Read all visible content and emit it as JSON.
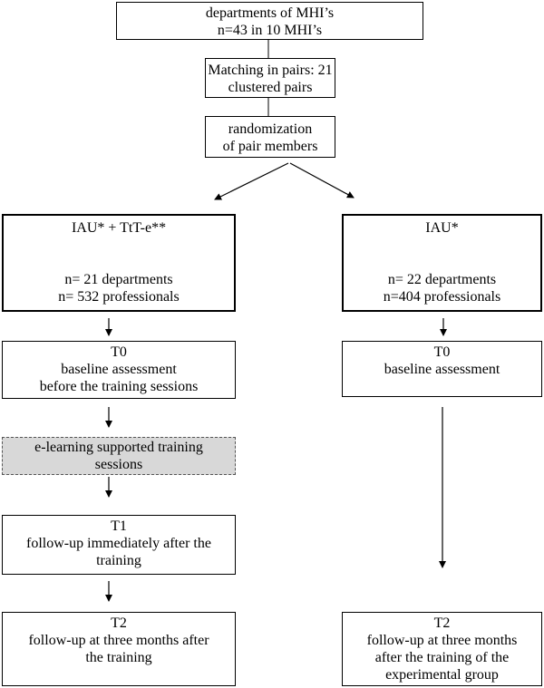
{
  "boxes": {
    "departments": {
      "line1": "departments of MHI’s",
      "line2": "n=43 in 10 MHI’s"
    },
    "matching": {
      "line1": "Matching in pairs: 21",
      "line2": "clustered pairs"
    },
    "randomization": {
      "line1": "randomization",
      "line2": "of pair members"
    },
    "left_group": {
      "title": "IAU* + TtT-e**",
      "line1": "n= 21 departments",
      "line2": "n= 532 professionals"
    },
    "right_group": {
      "title": "IAU*",
      "line1": "n= 22 departments",
      "line2": "n=404 professionals"
    },
    "left_t0": {
      "line1": "T0",
      "line2": "baseline assessment",
      "line3": "before the training sessions"
    },
    "right_t0": {
      "line1": "T0",
      "line2": "baseline assessment"
    },
    "elearning": {
      "line1": "e-learning supported training",
      "line2": "sessions"
    },
    "left_t1": {
      "line1": "T1",
      "line2": "follow-up immediately after the",
      "line3": "training"
    },
    "left_t2": {
      "line1": "T2",
      "line2": "follow-up at three months after",
      "line3": "the training"
    },
    "right_t2": {
      "line1": "T2",
      "line2": "follow-up at three months",
      "line3": "after the training of the",
      "line4": "experimental group"
    }
  }
}
